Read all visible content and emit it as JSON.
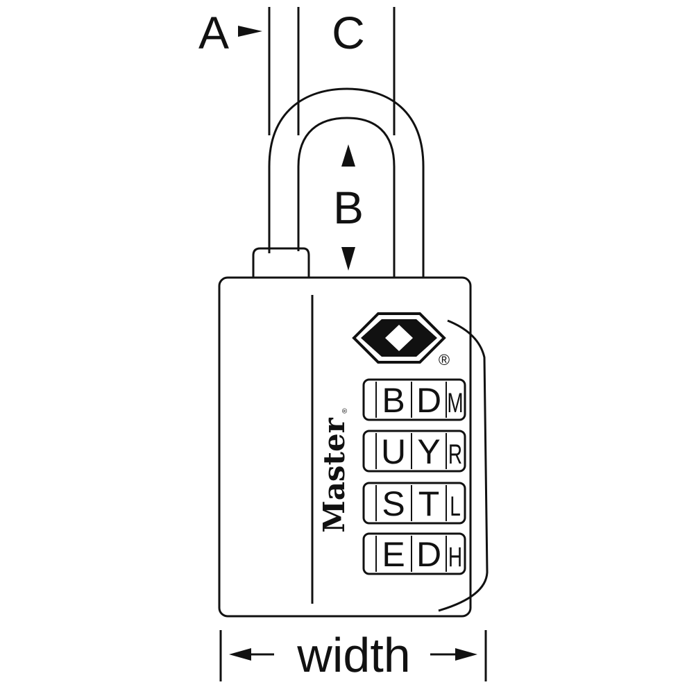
{
  "labels": {
    "a": "A",
    "b": "B",
    "c": "C",
    "width": "width"
  },
  "brand": {
    "name": "Master",
    "registered": "®",
    "tsa_registered": "®"
  },
  "dials": [
    {
      "main": [
        "B",
        "D"
      ],
      "side": "M"
    },
    {
      "main": [
        "U",
        "Y"
      ],
      "side": "R"
    },
    {
      "main": [
        "S",
        "T"
      ],
      "side": "L"
    },
    {
      "main": [
        "E",
        "D"
      ],
      "side": "H"
    }
  ],
  "colors": {
    "line": "#111111",
    "background": "#ffffff"
  }
}
